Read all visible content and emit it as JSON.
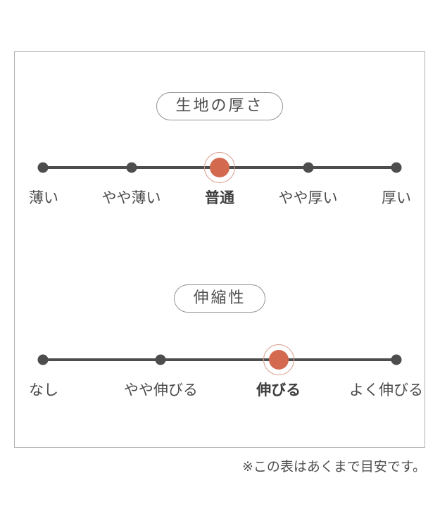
{
  "charts": [
    {
      "title": "生地の厚さ",
      "points": [
        {
          "label": "薄い"
        },
        {
          "label": "やや薄い"
        },
        {
          "label": "普通"
        },
        {
          "label": "やや厚い"
        },
        {
          "label": "厚い"
        }
      ],
      "selected_index": 2,
      "selected_label": "普通"
    },
    {
      "title": "伸縮性",
      "points": [
        {
          "label": "なし"
        },
        {
          "label": "やや伸びる"
        },
        {
          "label": "伸びる"
        },
        {
          "label": "よく伸びる"
        }
      ],
      "selected_index": 2,
      "selected_label": "伸びる"
    }
  ],
  "footnote": "※この表はあくまで目安です。",
  "colors": {
    "ink": "#4d4d4d",
    "label": "#4a4a4a",
    "title": "#4d4d4d",
    "accent": "#d36a50",
    "accent_ring": "#d69c8a",
    "frame_border": "#b0b0b0",
    "pill_border": "#949494",
    "footnote": "#4f4f4f"
  }
}
